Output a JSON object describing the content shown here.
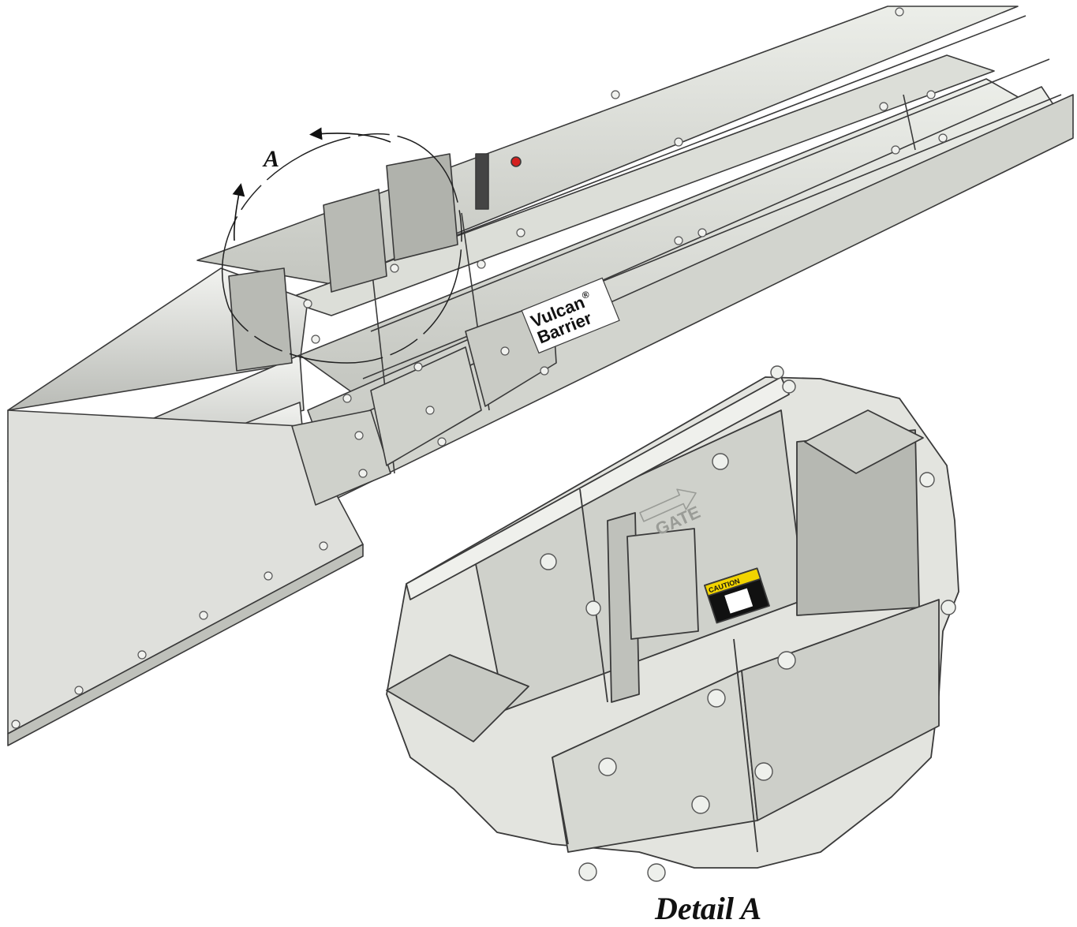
{
  "callout": {
    "letter": "A"
  },
  "brand_label": {
    "line1": "Vulcan",
    "reg": "®",
    "line2": "Barrier"
  },
  "gate_label": {
    "text": "GATE"
  },
  "caution_label": {
    "text": "CAUTION"
  },
  "detail": {
    "caption": "Detail A"
  },
  "colors": {
    "body": "#d8dad4",
    "light": "#e9eae6",
    "dark": "#8e908b",
    "outline": "#3a3a3a",
    "caution": "#f2d400"
  }
}
